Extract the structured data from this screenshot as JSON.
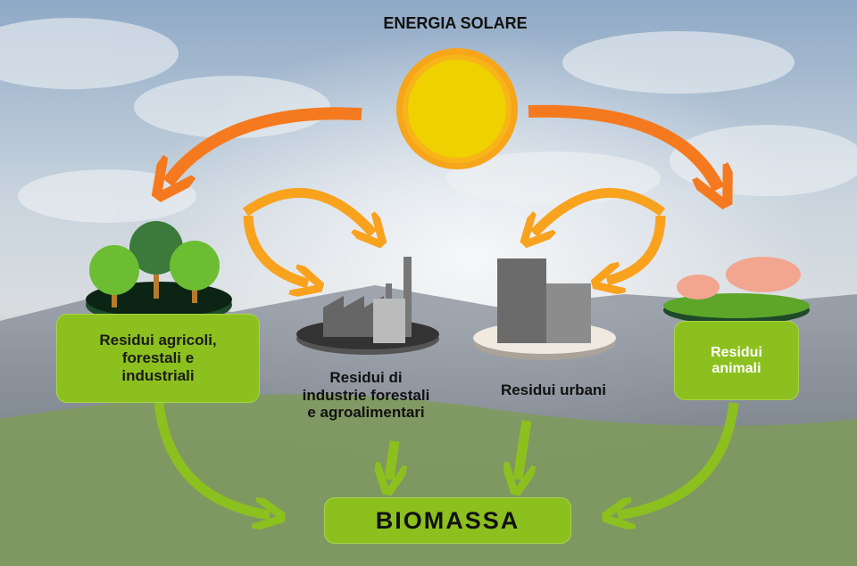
{
  "title": "ENERGIA SOLARE",
  "sources": [
    {
      "label": "Residui agricoli, forestali e industriali",
      "lines": [
        "Residui agricoli,",
        "forestali e",
        "industriali"
      ]
    },
    {
      "label": "Residui di industrie forestali e agroalimentari",
      "lines": [
        "Residui di",
        "industrie forestali",
        "e agroalimentari"
      ]
    },
    {
      "label": "Residui urbani"
    },
    {
      "label": "Residui animali",
      "lines": [
        "Residui",
        "animali"
      ]
    }
  ],
  "result": "BIOMASSA",
  "colors": {
    "green": "#8cc01e",
    "orange_dark": "#f57a1f",
    "orange_light": "#f9a21e",
    "sun": "#f5c800"
  }
}
